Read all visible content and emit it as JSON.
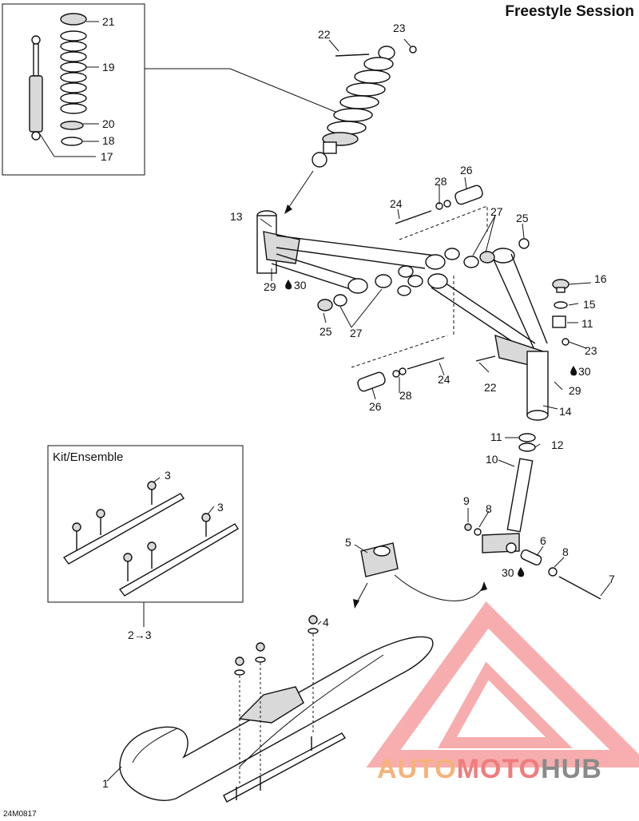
{
  "header": {
    "title": "Freestyle Session"
  },
  "kit": {
    "label": "Kit/Ensemble",
    "sublabel": "2→3"
  },
  "footer": {
    "code": "24M0817"
  },
  "watermark": {
    "part1": "AUTO",
    "part2": "MOTO",
    "part3": "HUB",
    "logo_color": "#f26b6b"
  },
  "callouts": [
    "1",
    "3",
    "3",
    "4",
    "5",
    "6",
    "7",
    "8",
    "8",
    "9",
    "10",
    "11",
    "11",
    "12",
    "13",
    "14",
    "15",
    "16",
    "17",
    "18",
    "19",
    "20",
    "21",
    "22",
    "22",
    "23",
    "23",
    "24",
    "24",
    "25",
    "25",
    "26",
    "26",
    "27",
    "27",
    "28",
    "28",
    "29",
    "29",
    "30",
    "30"
  ],
  "lube_marks": [
    "30",
    "30",
    "30"
  ]
}
